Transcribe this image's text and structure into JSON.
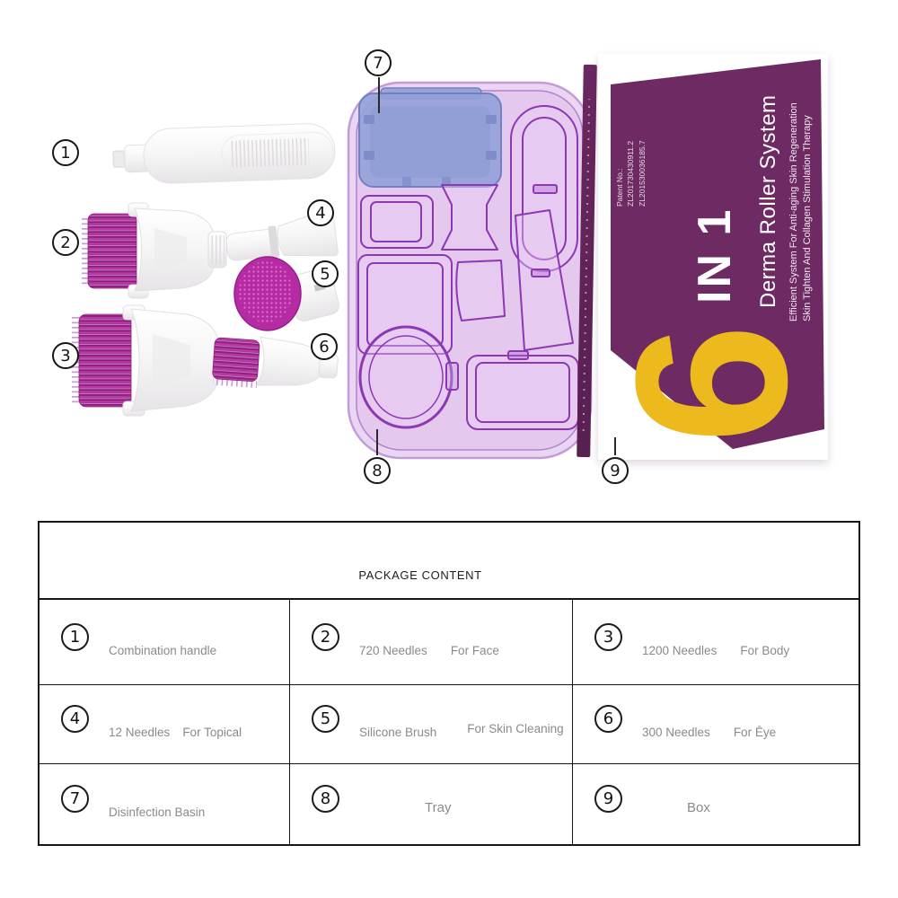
{
  "callouts": {
    "labels": [
      "1",
      "2",
      "3",
      "4",
      "5",
      "6",
      "7",
      "8",
      "9"
    ]
  },
  "box": {
    "patent_label": "Patent No.:",
    "patent_number_1": "ZL201730430911.2",
    "patent_number_2": "ZL201530036185.7",
    "big_number": "6",
    "in_label": "IN 1",
    "product_title": "Derma Roller System",
    "tagline_line1": "Efficient System For Anti-aging Skin Regeneration",
    "tagline_line2": "Skin Tighten And Collagen Stimulation Therapy",
    "purple": "#6e2a63",
    "yellow": "#ecba1c"
  },
  "tray_colors": {
    "shell": "#d8b2e7",
    "outline": "#8d37b5",
    "basin_blue": "#92a1d8"
  },
  "table": {
    "title": "PACKAGE CONTENT",
    "cells": [
      {
        "num": "1",
        "name": "Combination handle",
        "use": ""
      },
      {
        "num": "2",
        "name": "720 Needles",
        "use": "For Face"
      },
      {
        "num": "3",
        "name": "1200 Needles",
        "use": "For Body"
      },
      {
        "num": "4",
        "name": "12 Needles",
        "use": "For Topical"
      },
      {
        "num": "5",
        "name": "Silicone Brush",
        "use": "For Skin Cleaning"
      },
      {
        "num": "6",
        "name": "300 Needles",
        "use": "For Ēye"
      },
      {
        "num": "7",
        "name": "Disinfection Basin",
        "use": ""
      },
      {
        "num": "8",
        "name": "Tray",
        "use": ""
      },
      {
        "num": "9",
        "name": "Box",
        "use": ""
      }
    ]
  }
}
